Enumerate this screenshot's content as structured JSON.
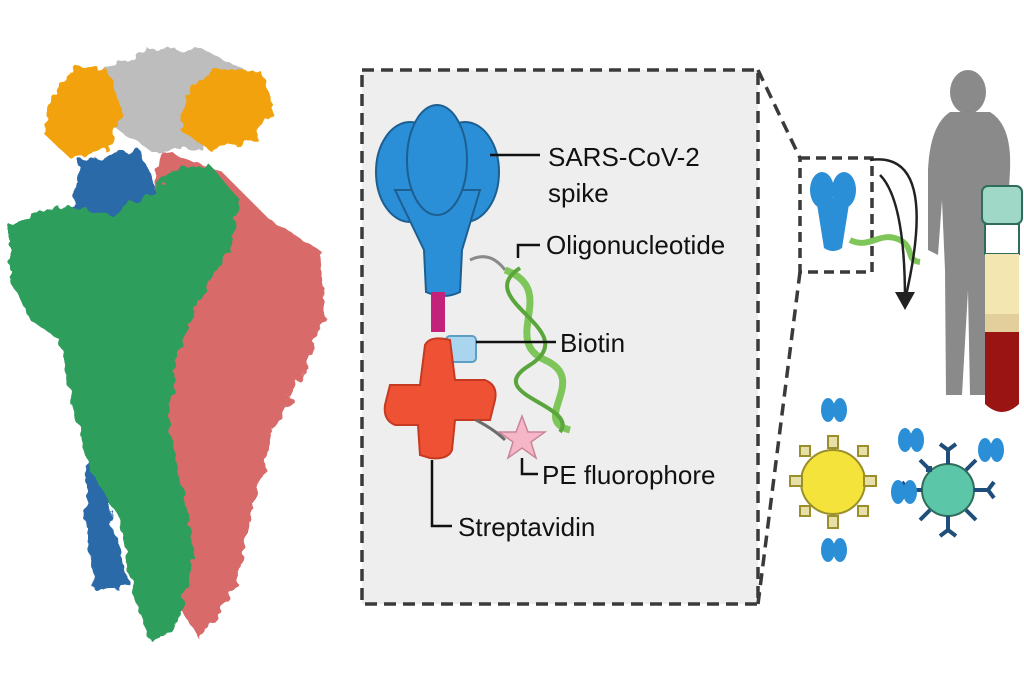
{
  "labels": {
    "spike_line1": "SARS-CoV-2",
    "spike_line2": "spike",
    "oligo": "Oligonucleotide",
    "biotin": "Biotin",
    "fluorophore": "PE fluorophore",
    "streptavidin": "Streptavidin"
  },
  "colors": {
    "spike_blue": "#2a8fd6",
    "orange": "#f2a20c",
    "grey": "#bdbdbd",
    "green_chain": "#2e9e5b",
    "pink_chain": "#d86a6a",
    "dark_blue": "#2b6aa8",
    "streptavidin": "#ee5134",
    "biotin": "#a9d6ee",
    "linker": "#c2227a",
    "fluorophore": "#f5b6c8",
    "dna": "#7fc65a",
    "panel_bg": "#eeeeee",
    "human": "#8a8a8a",
    "blood": "#9b1414",
    "bead_yellow": "#f3e33b",
    "bead_teal": "#5cc7a8"
  },
  "icons": [
    "protein-structure",
    "spike-probe",
    "human-silhouette",
    "blood-tube",
    "antibody-bead"
  ]
}
